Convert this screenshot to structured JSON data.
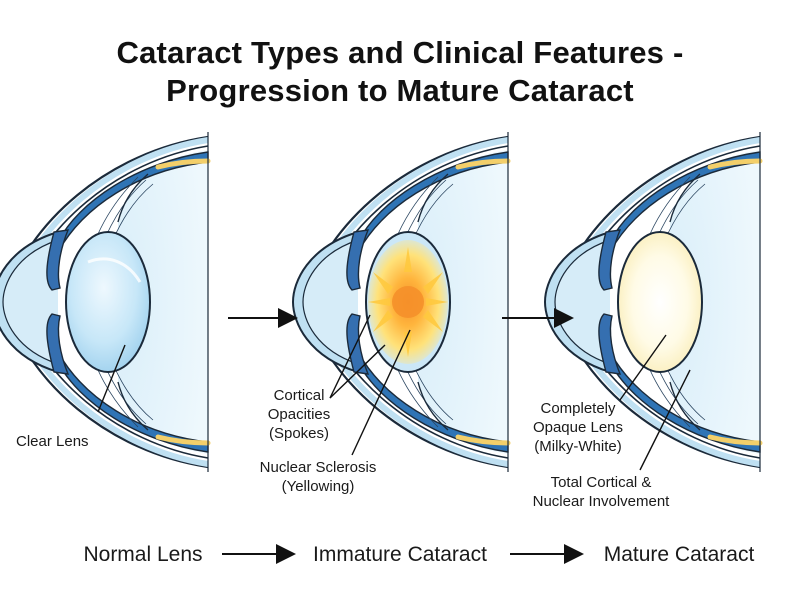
{
  "title": {
    "line1": "Cataract Types and Clinical Features -",
    "line2": "Progression to Mature Cataract"
  },
  "panels": [
    {
      "stage": "Normal Lens",
      "lens_state": "clear",
      "callouts": [
        "Clear Lens"
      ]
    },
    {
      "stage": "Immature Cataract",
      "lens_state": "partial-opacity",
      "callouts": [
        "Cortical",
        "Opacities",
        "(Spokes)",
        "Nuclear Sclerosis",
        "(Yellowing)"
      ]
    },
    {
      "stage": "Mature Cataract",
      "lens_state": "opaque",
      "callouts": [
        "Completely",
        "Opaque Lens",
        "(Milky-White)",
        "Total Cortical &",
        "Nuclear Involvement"
      ]
    }
  ],
  "colors": {
    "outline": "#1b2a3a",
    "cornea": "#bfe0f2",
    "sclera_band": "#2f74b5",
    "iris": "#356fb0",
    "aqueous": "#eaf5fc",
    "lens_clear": "#bfe3f7",
    "opacity_core": "#f79a2a",
    "opacity_mid": "#ffd34d",
    "mature_lens": "#fffbea",
    "retina_band": "#f3cf6a"
  }
}
